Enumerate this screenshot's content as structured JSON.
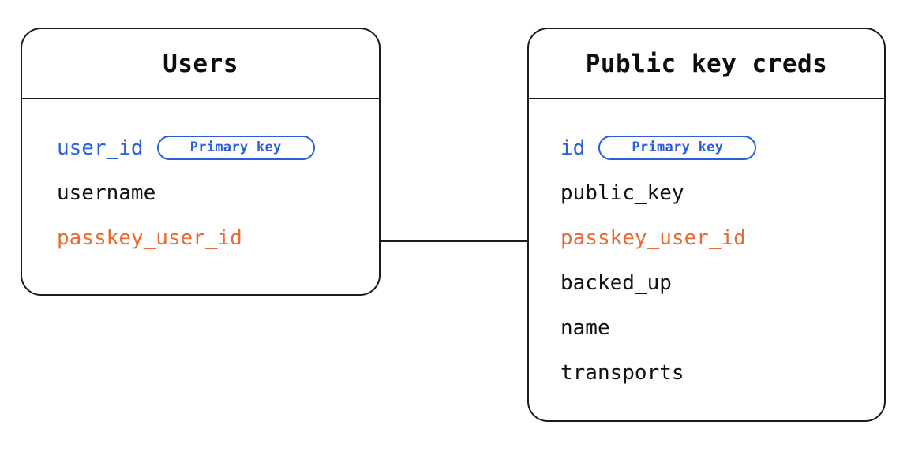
{
  "diagram": {
    "type": "entity-relationship",
    "background_color": "#ffffff",
    "colors": {
      "border": "#1a1a1a",
      "text": "#111111",
      "primary_key": "#2B5FD9",
      "foreign_key": "#EA6A33"
    },
    "badge_label": "Primary key",
    "entities": [
      {
        "id": "users",
        "title": "Users",
        "fields": [
          {
            "name": "user_id",
            "role": "pk",
            "badge": "Primary key"
          },
          {
            "name": "username",
            "role": "plain",
            "badge": null
          },
          {
            "name": "passkey_user_id",
            "role": "fk",
            "badge": null
          }
        ]
      },
      {
        "id": "public_key_creds",
        "title": "Public key creds",
        "fields": [
          {
            "name": "id",
            "role": "pk",
            "badge": "Primary key"
          },
          {
            "name": "public_key",
            "role": "plain",
            "badge": null
          },
          {
            "name": "passkey_user_id",
            "role": "fk",
            "badge": null
          },
          {
            "name": "backed_up",
            "role": "plain",
            "badge": null
          },
          {
            "name": "name",
            "role": "plain",
            "badge": null
          },
          {
            "name": "transports",
            "role": "plain",
            "badge": null
          }
        ]
      }
    ],
    "relationships": [
      {
        "id": "users-to-public-key-creds",
        "from_entity": "users",
        "from_field": "passkey_user_id",
        "to_entity": "public_key_creds",
        "to_field": "passkey_user_id"
      }
    ]
  }
}
